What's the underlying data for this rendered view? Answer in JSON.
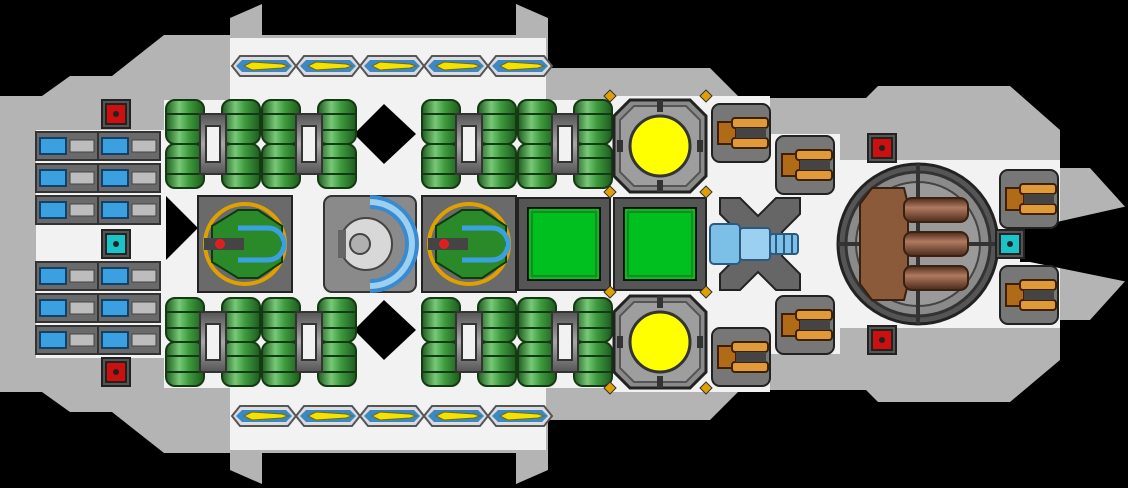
{
  "scene": {
    "type": "spaceship top-down schematic",
    "colors": {
      "background": "#000000",
      "hull_outer": "#b4b4b4",
      "hull_inner": "#f2f2f2",
      "tank_green": "#3e9b3e",
      "tank_green_light": "#78c878",
      "tank_green_dark": "#1f5a1f",
      "pipe_gray": "#7a7a7a",
      "crew_blue": "#3aa0e0",
      "engine_yellow": "#f4e200",
      "engine_green": "#00c020",
      "reactor_yellow": "#ffff00",
      "sensor_red": "#cc1010",
      "sensor_cyan": "#19c3c8",
      "turret_orange": "#d08a28",
      "cannon_brown": "#7a4a30"
    },
    "modules": {
      "thrusters_top": [
        "thruster",
        "thruster",
        "thruster",
        "thruster",
        "thruster"
      ],
      "thrusters_bottom": [
        "thruster",
        "thruster",
        "thruster",
        "thruster",
        "thruster"
      ],
      "crew_pods_upper": [
        "crew-pod",
        "crew-pod",
        "crew-pod",
        "crew-pod",
        "crew-pod",
        "crew-pod"
      ],
      "crew_pods_lower": [
        "crew-pod",
        "crew-pod",
        "crew-pod",
        "crew-pod",
        "crew-pod",
        "crew-pod"
      ],
      "fuel_tank_groups": [
        "upper-left-a",
        "upper-left-b",
        "upper-right-a",
        "upper-right-b",
        "lower-left-a",
        "lower-left-b",
        "lower-right-a",
        "lower-right-b"
      ],
      "gyros": [
        "gyro",
        "gyro"
      ],
      "cockpit": "cockpit",
      "power_cells": [
        "power-cell",
        "power-cell"
      ],
      "reactors": [
        "reactor",
        "reactor"
      ],
      "plasma_cannon": "plasma-cannon",
      "gun_turrets": [
        "turret",
        "turret",
        "turret",
        "turret",
        "turret",
        "turret"
      ],
      "main_battery": "triple-barrel-turret",
      "sensors_red": [
        "sensor",
        "sensor",
        "sensor",
        "sensor"
      ],
      "sensors_cyan": [
        "sensor",
        "sensor"
      ]
    }
  }
}
